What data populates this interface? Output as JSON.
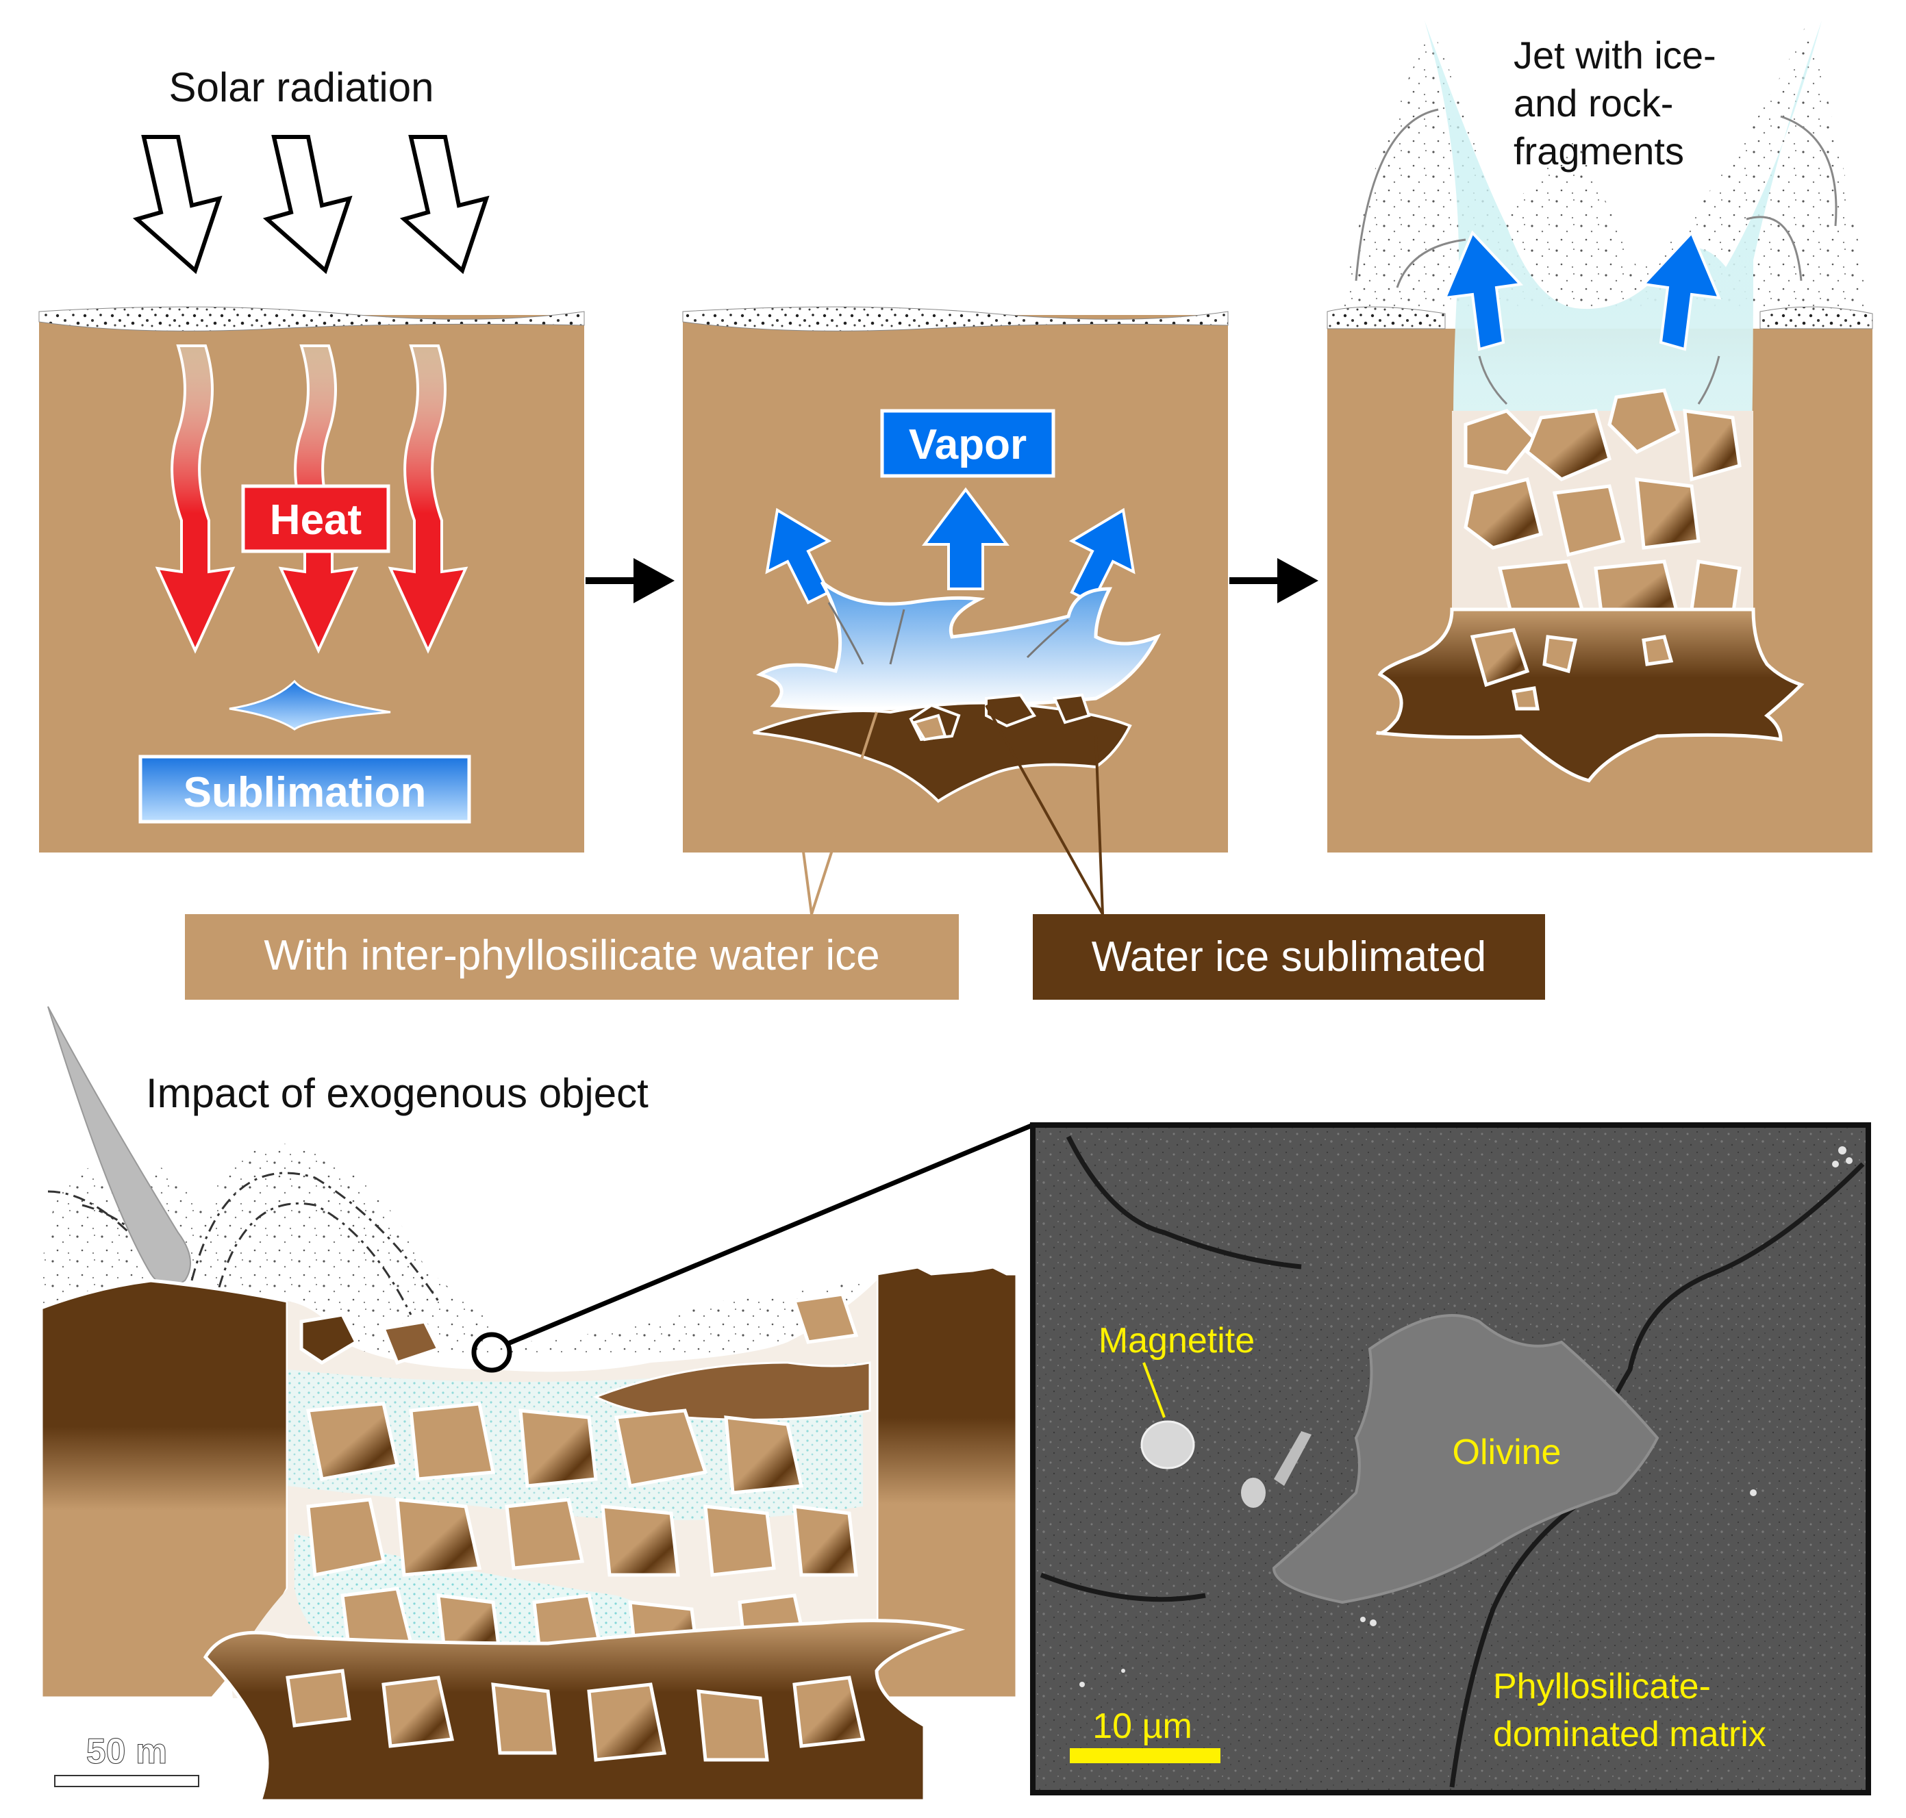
{
  "labels": {
    "solar_radiation": "Solar radiation",
    "heat": "Heat",
    "sublimation": "Sublimation",
    "vapor": "Vapor",
    "jet_line1": "Jet with ice-",
    "jet_line2": "and rock-",
    "jet_line3": "fragments",
    "with_ice": "With inter-phyllosilicate water ice",
    "ice_sublimated": "Water ice sublimated",
    "impact": "Impact of exogenous object",
    "scale_50m": "50 m",
    "magnetite": "Magnetite",
    "olivine": "Olivine",
    "matrix_line1": "Phyllosilicate-",
    "matrix_line2": "dominated matrix",
    "scale_10um": "10 µm"
  },
  "colors": {
    "soil_light": "#C49A6C",
    "soil_dark": "#603913",
    "heat_red": "#ED1C24",
    "vapor_blue": "#0072F0",
    "ice_cyan": "#A8E6E8",
    "sem_label": "#FFF200",
    "sem_bg": "#5a5a5a"
  },
  "icons": [
    "solar-arrow-icon",
    "heat-wave-arrow-icon",
    "vapor-arrow-icon",
    "process-arrow-icon",
    "impactor-icon"
  ]
}
